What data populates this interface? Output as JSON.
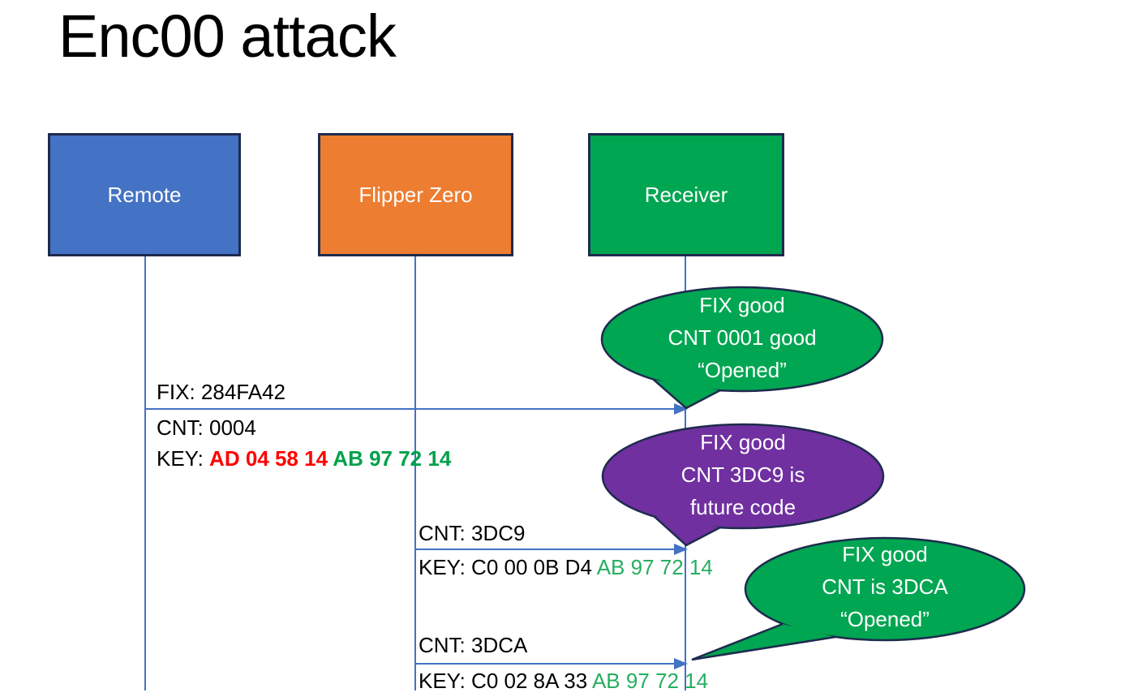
{
  "title": "Enc00 attack",
  "actors": [
    {
      "label": "Remote",
      "fill": "#4472C4"
    },
    {
      "label": "Flipper Zero",
      "fill": "#ED7D31"
    },
    {
      "label": "Receiver",
      "fill": "#00A651"
    }
  ],
  "messages": [
    {
      "above": [
        [
          {
            "text": "FIX: 284FA42",
            "color": "#000000",
            "bold": false
          }
        ]
      ],
      "below": [
        [
          {
            "text": "CNT: 0004",
            "color": "#000000",
            "bold": false
          }
        ],
        [
          {
            "text": "KEY: ",
            "color": "#000000",
            "bold": false
          },
          {
            "text": "AD 04 58 14 ",
            "color": "#FF0000",
            "bold": true
          },
          {
            "text": "AB 97 72 14",
            "color": "#00A14B",
            "bold": true
          }
        ]
      ]
    },
    {
      "above": [
        [
          {
            "text": "CNT: 3DC9",
            "color": "#000000",
            "bold": false
          }
        ]
      ],
      "below": [
        [
          {
            "text": "KEY: C0 00 0B D4 ",
            "color": "#000000",
            "bold": false
          },
          {
            "text": "AB 97 72 14",
            "color": "#27AE60",
            "bold": false
          }
        ]
      ]
    },
    {
      "above": [
        [
          {
            "text": "CNT: 3DCA",
            "color": "#000000",
            "bold": false
          }
        ]
      ],
      "below": [
        [
          {
            "text": "KEY: C0 02 8A 33 ",
            "color": "#000000",
            "bold": false
          },
          {
            "text": "AB 97 72 14",
            "color": "#27AE60",
            "bold": false
          }
        ]
      ]
    }
  ],
  "callouts": [
    {
      "fill": "#00A651",
      "lines": [
        "FIX good",
        "CNT 0001 good",
        "“Opened”"
      ]
    },
    {
      "fill": "#7030A0",
      "lines": [
        "FIX good",
        "CNT 3DC9 is",
        "future code"
      ]
    },
    {
      "fill": "#00A651",
      "lines": [
        "FIX good",
        "CNT is 3DCA",
        "“Opened”"
      ]
    }
  ],
  "colors": {
    "connector": "#4472C4",
    "shape_border": "#1E2B4D"
  }
}
